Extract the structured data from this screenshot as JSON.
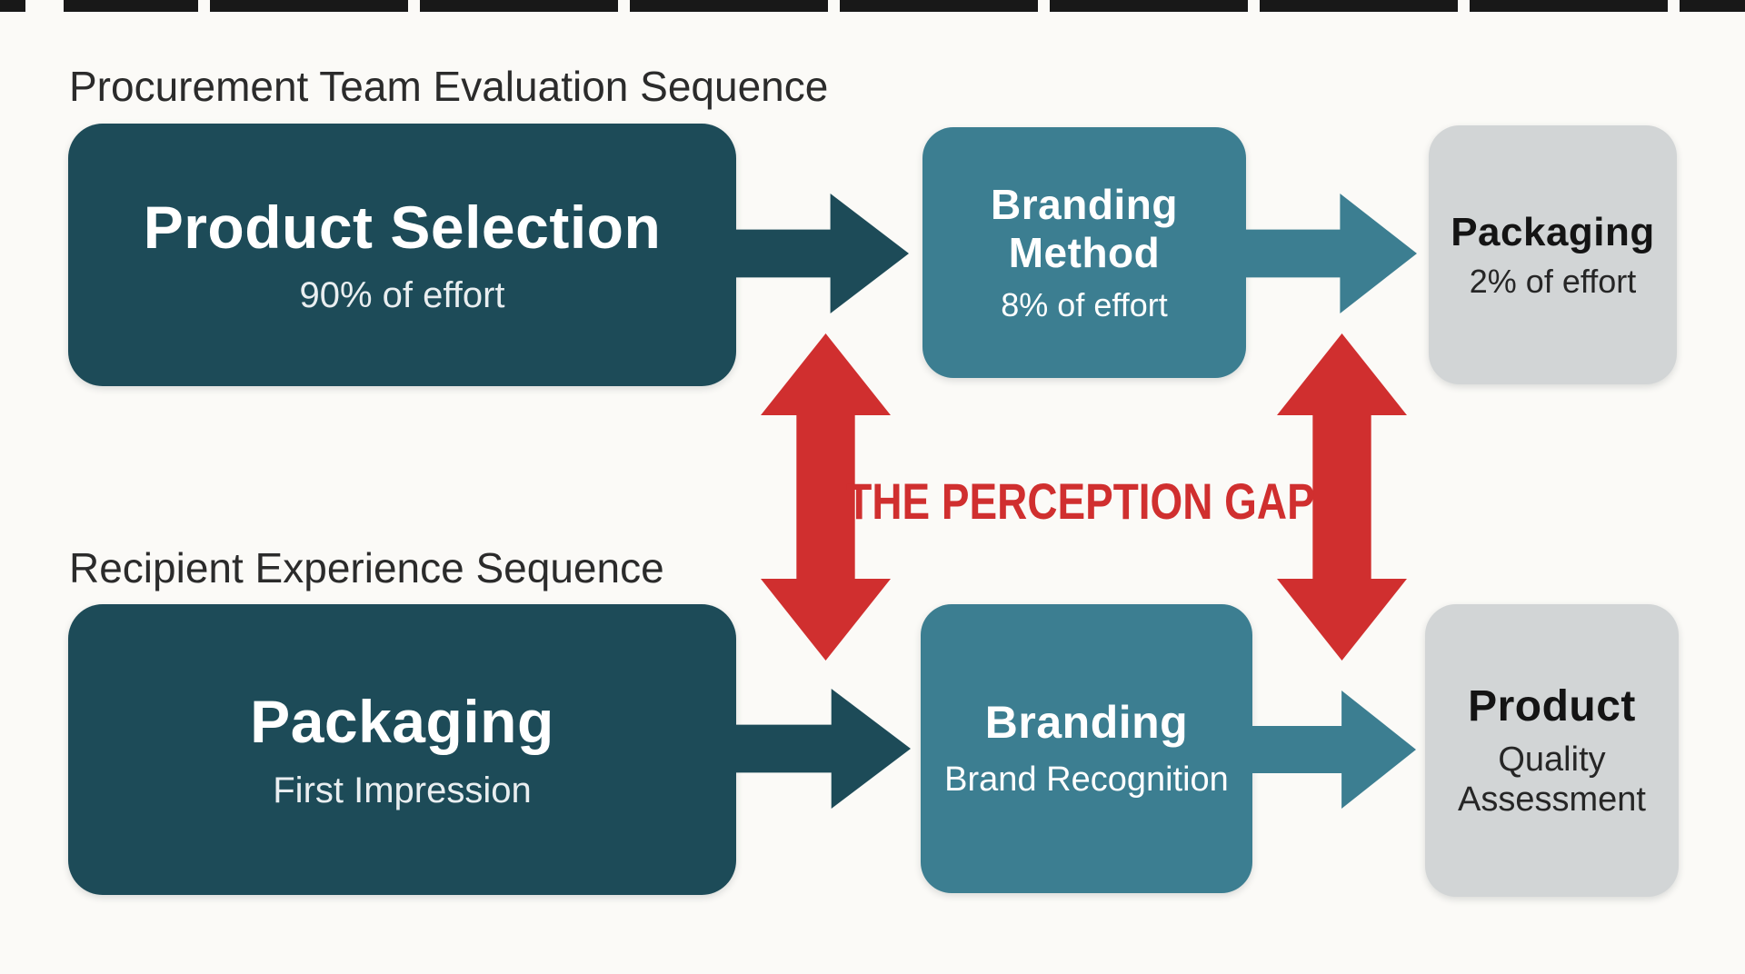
{
  "colors": {
    "background": "#fbfaf7",
    "top_bar": "#181818",
    "dark_teal": "#1d4b58",
    "teal": "#3c7e91",
    "gray_box": "#d2d5d6",
    "red": "#d02f2f"
  },
  "sections": {
    "top": {
      "label": "Procurement Team Evaluation Sequence",
      "boxes": [
        {
          "title": "Product Selection",
          "subtitle": "90% of effort"
        },
        {
          "title": "Branding Method",
          "subtitle": "8% of effort"
        },
        {
          "title": "Packaging",
          "subtitle": "2% of effort"
        }
      ]
    },
    "bottom": {
      "label": "Recipient Experience Sequence",
      "boxes": [
        {
          "title": "Packaging",
          "subtitle": "First Impression"
        },
        {
          "title": "Branding",
          "subtitle": "Brand Recognition"
        },
        {
          "title": "Product",
          "subtitle": "Quality Assessment"
        }
      ]
    }
  },
  "gap": {
    "label": "THE PERCEPTION GAP"
  }
}
